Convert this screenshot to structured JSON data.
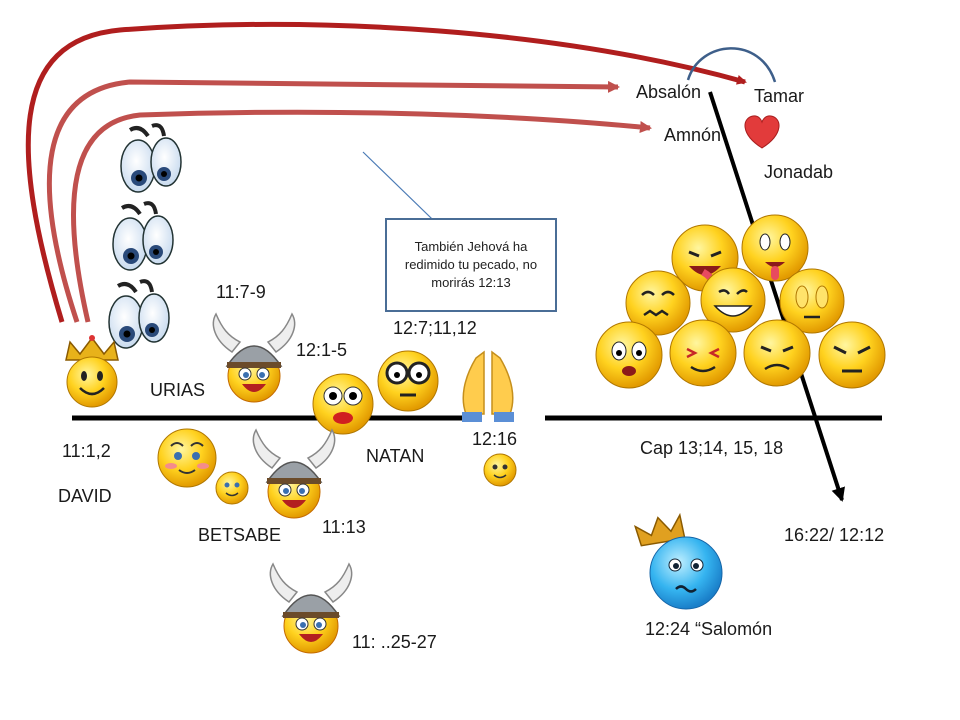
{
  "labels": {
    "absalon": "Absalón",
    "tamar": "Tamar",
    "amnon": "Amnón",
    "jonadab": "Jonadab",
    "ref_11_7_9": "11:7-9",
    "ref_12_1_5": "12:1-5",
    "ref_12_7_11_12": "12:7;11,12",
    "urias": "URIAS",
    "ref_11_1_2": "11:1,2",
    "natan": "NATAN",
    "ref_12_16": "12:16",
    "cap_13": "Cap 13;14, 15, 18",
    "david": "DAVID",
    "betsabe": "BETSABE",
    "ref_11_13": "11:13",
    "ref_16_22": "16:22/ 12:12",
    "ref_12_24": "12:24 “Salomón",
    "ref_11_25_27": "11: ..25-27"
  },
  "callout": {
    "text": "También Jehová ha redimido tu pecado, no morirás 12:13"
  },
  "icons": [
    "crowned-smiley-icon",
    "eyes-icon",
    "viking-emoji-icon",
    "shocked-emoji-icon",
    "nerd-emoji-icon",
    "praying-hands-icon",
    "smiley-group-icon",
    "heart-icon",
    "crowned-blue-emoji-icon",
    "blushing-emoji-icon"
  ],
  "colors": {
    "arrow_red": "#b01e1e",
    "arrow_rose": "#c0504d",
    "arc_blue": "#3e5f8a",
    "callout_border": "#4a6d96",
    "timeline": "#000000"
  }
}
